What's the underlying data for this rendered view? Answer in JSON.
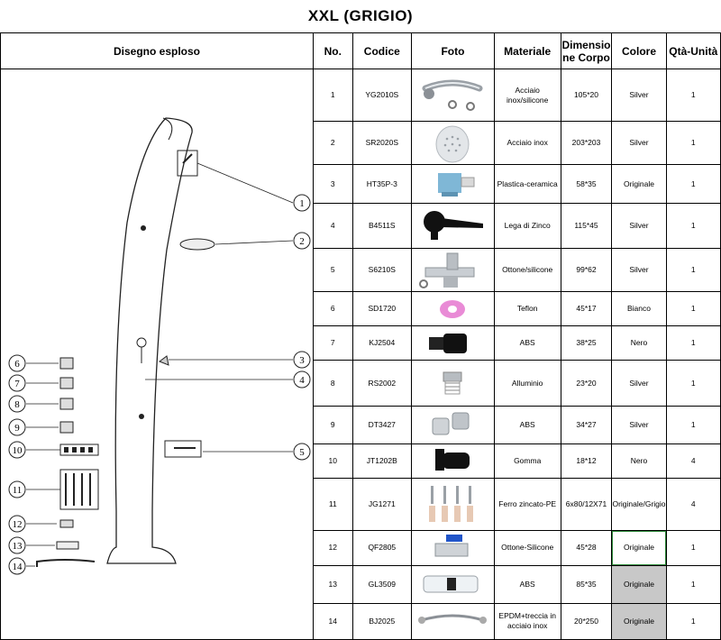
{
  "title": "XXL  (GRIGIO)",
  "headers": {
    "diagram": "Disegno esploso",
    "no": "No.",
    "code": "Codice",
    "photo": "Foto",
    "material": "Materiale",
    "dims": "Dimensio ne Corpo",
    "color": "Colore",
    "qty": "Qtà-Unità"
  },
  "rows": [
    {
      "no": "1",
      "code": "YG2010S",
      "photo": "curved-shower-arm",
      "material": "Acciaio inox/silicone",
      "dims": "105*20",
      "color": "Silver",
      "qty": "1"
    },
    {
      "no": "2",
      "code": "SR2020S",
      "photo": "round-shower-head",
      "material": "Acciaio inox",
      "dims": "203*203",
      "color": "Silver",
      "qty": "1"
    },
    {
      "no": "3",
      "code": "HT35P-3",
      "photo": "ceramic-cartridge",
      "material": "Plastica-ceramica",
      "dims": "58*35",
      "color": "Originale",
      "qty": "1"
    },
    {
      "no": "4",
      "code": "B4511S",
      "photo": "lever-handle",
      "material": "Lega di Zinco",
      "dims": "115*45",
      "color": "Silver",
      "qty": "1"
    },
    {
      "no": "5",
      "code": "S6210S",
      "photo": "foot-shower-tap",
      "material": "Ottone/silicone",
      "dims": "99*62",
      "color": "Silver",
      "qty": "1"
    },
    {
      "no": "6",
      "code": "SD1720",
      "photo": "teflon-tape",
      "material": "Teflon",
      "dims": "45*17",
      "color": "Bianco",
      "qty": "1"
    },
    {
      "no": "7",
      "code": "KJ2504",
      "photo": "hose-connector",
      "material": "ABS",
      "dims": "38*25",
      "color": "Nero",
      "qty": "1"
    },
    {
      "no": "8",
      "code": "RS2002",
      "photo": "threaded-fitting",
      "material": "Alluminio",
      "dims": "23*20",
      "color": "Silver",
      "qty": "1"
    },
    {
      "no": "9",
      "code": "DT3427",
      "photo": "end-caps",
      "material": "ABS",
      "dims": "34*27",
      "color": "Silver",
      "qty": "1"
    },
    {
      "no": "10",
      "code": "JT1202B",
      "photo": "rubber-foot",
      "material": "Gomma",
      "dims": "18*12",
      "color": "Nero",
      "qty": "4"
    },
    {
      "no": "11",
      "code": "JG1271",
      "photo": "anchor-bolts",
      "material": "Ferro zincato-PE",
      "dims": "6x80/12X71",
      "color": "Originale/Grigio",
      "qty": "4"
    },
    {
      "no": "12",
      "code": "QF2805",
      "photo": "ball-valve",
      "material": "Ottone-Silicone",
      "dims": "45*28",
      "color": "Originale",
      "qty": "1"
    },
    {
      "no": "13",
      "code": "GL3509",
      "photo": "filter",
      "material": "ABS",
      "dims": "85*35",
      "color": "Originale",
      "qty": "1"
    },
    {
      "no": "14",
      "code": "BJ2025",
      "photo": "braided-hose",
      "material": "EPDM+treccia in acciaio inox",
      "dims": "20*250",
      "color": "Originale",
      "qty": "1"
    }
  ],
  "diagram_callouts": [
    "1",
    "2",
    "3",
    "4",
    "5",
    "6",
    "7",
    "8",
    "9",
    "10",
    "11",
    "12",
    "13",
    "14"
  ]
}
